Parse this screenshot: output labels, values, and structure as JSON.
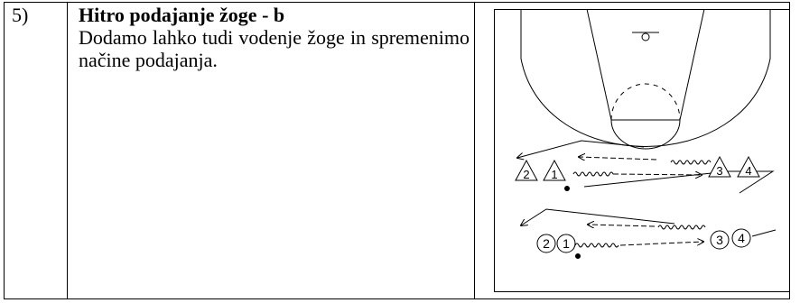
{
  "drill": {
    "number": "5)",
    "title": "Hitro podajanje žoge - b",
    "description": "Dodamo lahko tudi vodenje žoge in spremenimo načine podajanja."
  },
  "diagram": {
    "top_row_players": [
      "2",
      "1",
      "3",
      "4"
    ],
    "bottom_row_players": [
      "2",
      "1",
      "3",
      "4"
    ]
  }
}
